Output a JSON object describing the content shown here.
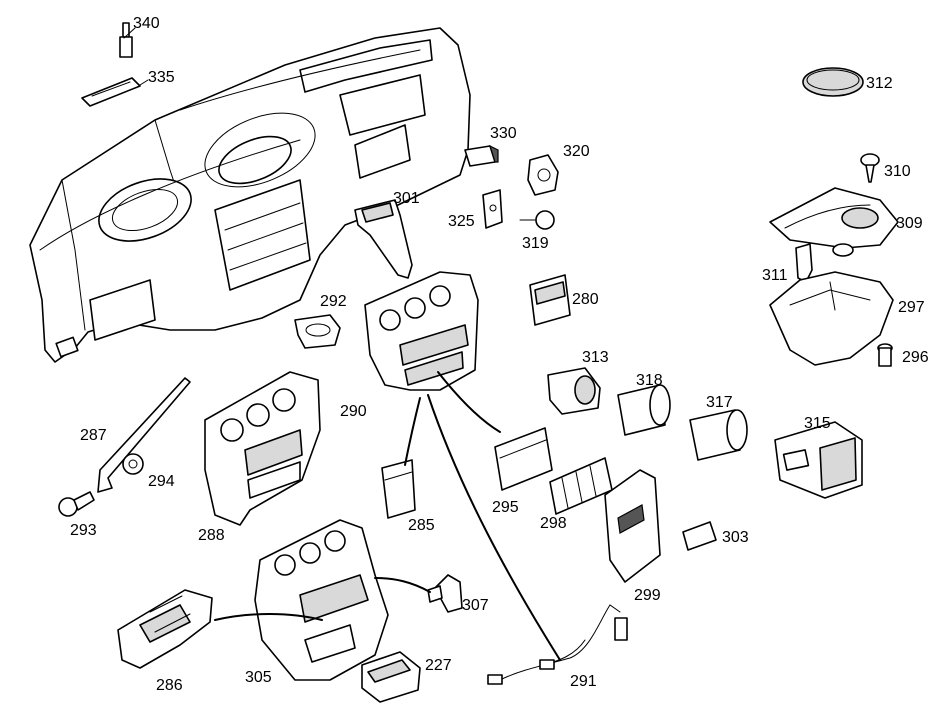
{
  "labels": {
    "p340": "340",
    "p335": "335",
    "p312": "312",
    "p330": "330",
    "p320": "320",
    "p310": "310",
    "p301": "301",
    "p325": "325",
    "p319": "319",
    "p309": "309",
    "p292": "292",
    "p280": "280",
    "p311": "311",
    "p297": "297",
    "p296": "296",
    "p313": "313",
    "p318": "318",
    "p317": "317",
    "p290": "290",
    "p315": "315",
    "p287": "287",
    "p294": "294",
    "p293": "293",
    "p295": "295",
    "p298": "298",
    "p285": "285",
    "p288": "288",
    "p303": "303",
    "p299": "299",
    "p307": "307",
    "p286": "286",
    "p305": "305",
    "p227": "227",
    "p291": "291"
  }
}
